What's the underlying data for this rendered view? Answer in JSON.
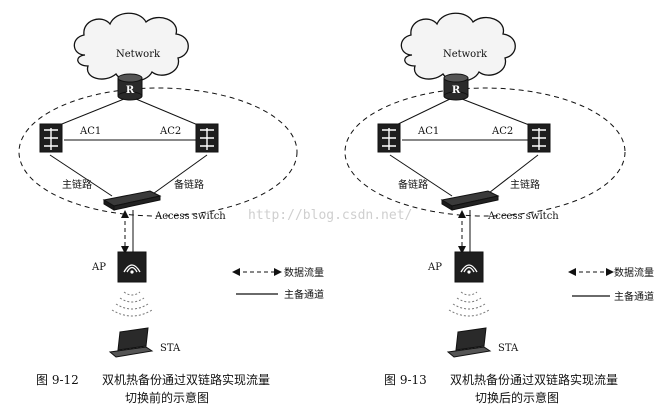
{
  "watermark": "http://blog.csdn.net/",
  "colors": {
    "ink": "#111111",
    "cloud_fill": "#f4f4f4",
    "watermark": "#cfcfcf"
  },
  "icons": [
    "cloud",
    "router-icon",
    "ac-device-icon",
    "access-switch-icon",
    "ap-icon",
    "wireless-signal-icon",
    "laptop-icon"
  ],
  "figures": [
    {
      "cloud_label": "Network",
      "router_label": "R",
      "ac1_label": "AC1",
      "ac2_label": "AC2",
      "left_link_label": "主链路",
      "right_link_label": "备链路",
      "switch_label": "Access switch",
      "ap_label": "AP",
      "sta_label": "STA",
      "legend_data_flow": "数据流量",
      "legend_channel": "主备通道",
      "caption_number": "图 9-12",
      "caption_line1": "双机热备份通过双链路实现流量",
      "caption_line2": "切换前的示意图"
    },
    {
      "cloud_label": "Network",
      "router_label": "R",
      "ac1_label": "AC1",
      "ac2_label": "AC2",
      "left_link_label": "备链路",
      "right_link_label": "主链路",
      "switch_label": "Access switch",
      "ap_label": "AP",
      "sta_label": "STA",
      "legend_data_flow": "数据流量",
      "legend_channel": "主备通道",
      "caption_number": "图 9-13",
      "caption_line1": "双机热备份通过双链路实现流量",
      "caption_line2": "切换后的示意图"
    }
  ]
}
